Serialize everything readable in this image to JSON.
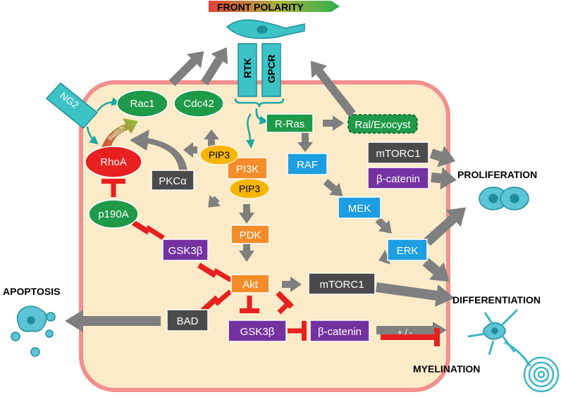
{
  "colors": {
    "cell_fill": "#fcebc8",
    "cell_border": "#f2908e",
    "green": "#1f9a48",
    "orange": "#f58c2a",
    "blue": "#1d9de2",
    "purple": "#7431a0",
    "dark": "#4a4a4a",
    "red": "#e8201f",
    "yellow": "#f7b500",
    "teal": "#3cc3c6",
    "arrow": "#7f7f7f"
  },
  "titles": {
    "front_polarity": "FRONT POLARITY",
    "proliferation": "PROLIFERATION",
    "differentiation": "DIFFERENTIATION",
    "apoptosis": "APOPTOSIS",
    "myelination": "MYELINATION"
  },
  "receptors": {
    "rtk": "RTK",
    "gpcr": "GPCR",
    "ng2": "NG2"
  },
  "nodes": {
    "rac1": "Rac1",
    "cdc42": "Cdc42",
    "rhoa": "RhoA",
    "switch": "switch",
    "p190a": "p190A",
    "pkca": "PKCα",
    "pip3_top": "PIP3",
    "pi3k": "PI3K",
    "pip3_bottom": "PIP3",
    "pdk": "PDK",
    "akt": "Akt",
    "gsk3b_left": "GSK3β",
    "gsk3b_bottom": "GSK3β",
    "bad": "BAD",
    "mtorc1_center": "mTORC1",
    "beta_catenin_bottom": "β-catenin",
    "r_ras": "R-Ras",
    "ral_exocyst": "Ral/Exocyst",
    "raf": "RAF",
    "mek": "MEK",
    "erk": "ERK",
    "mtorc1_right": "mTORC1",
    "beta_catenin_right": "β-catenin"
  },
  "plus_minus": "+ / -"
}
